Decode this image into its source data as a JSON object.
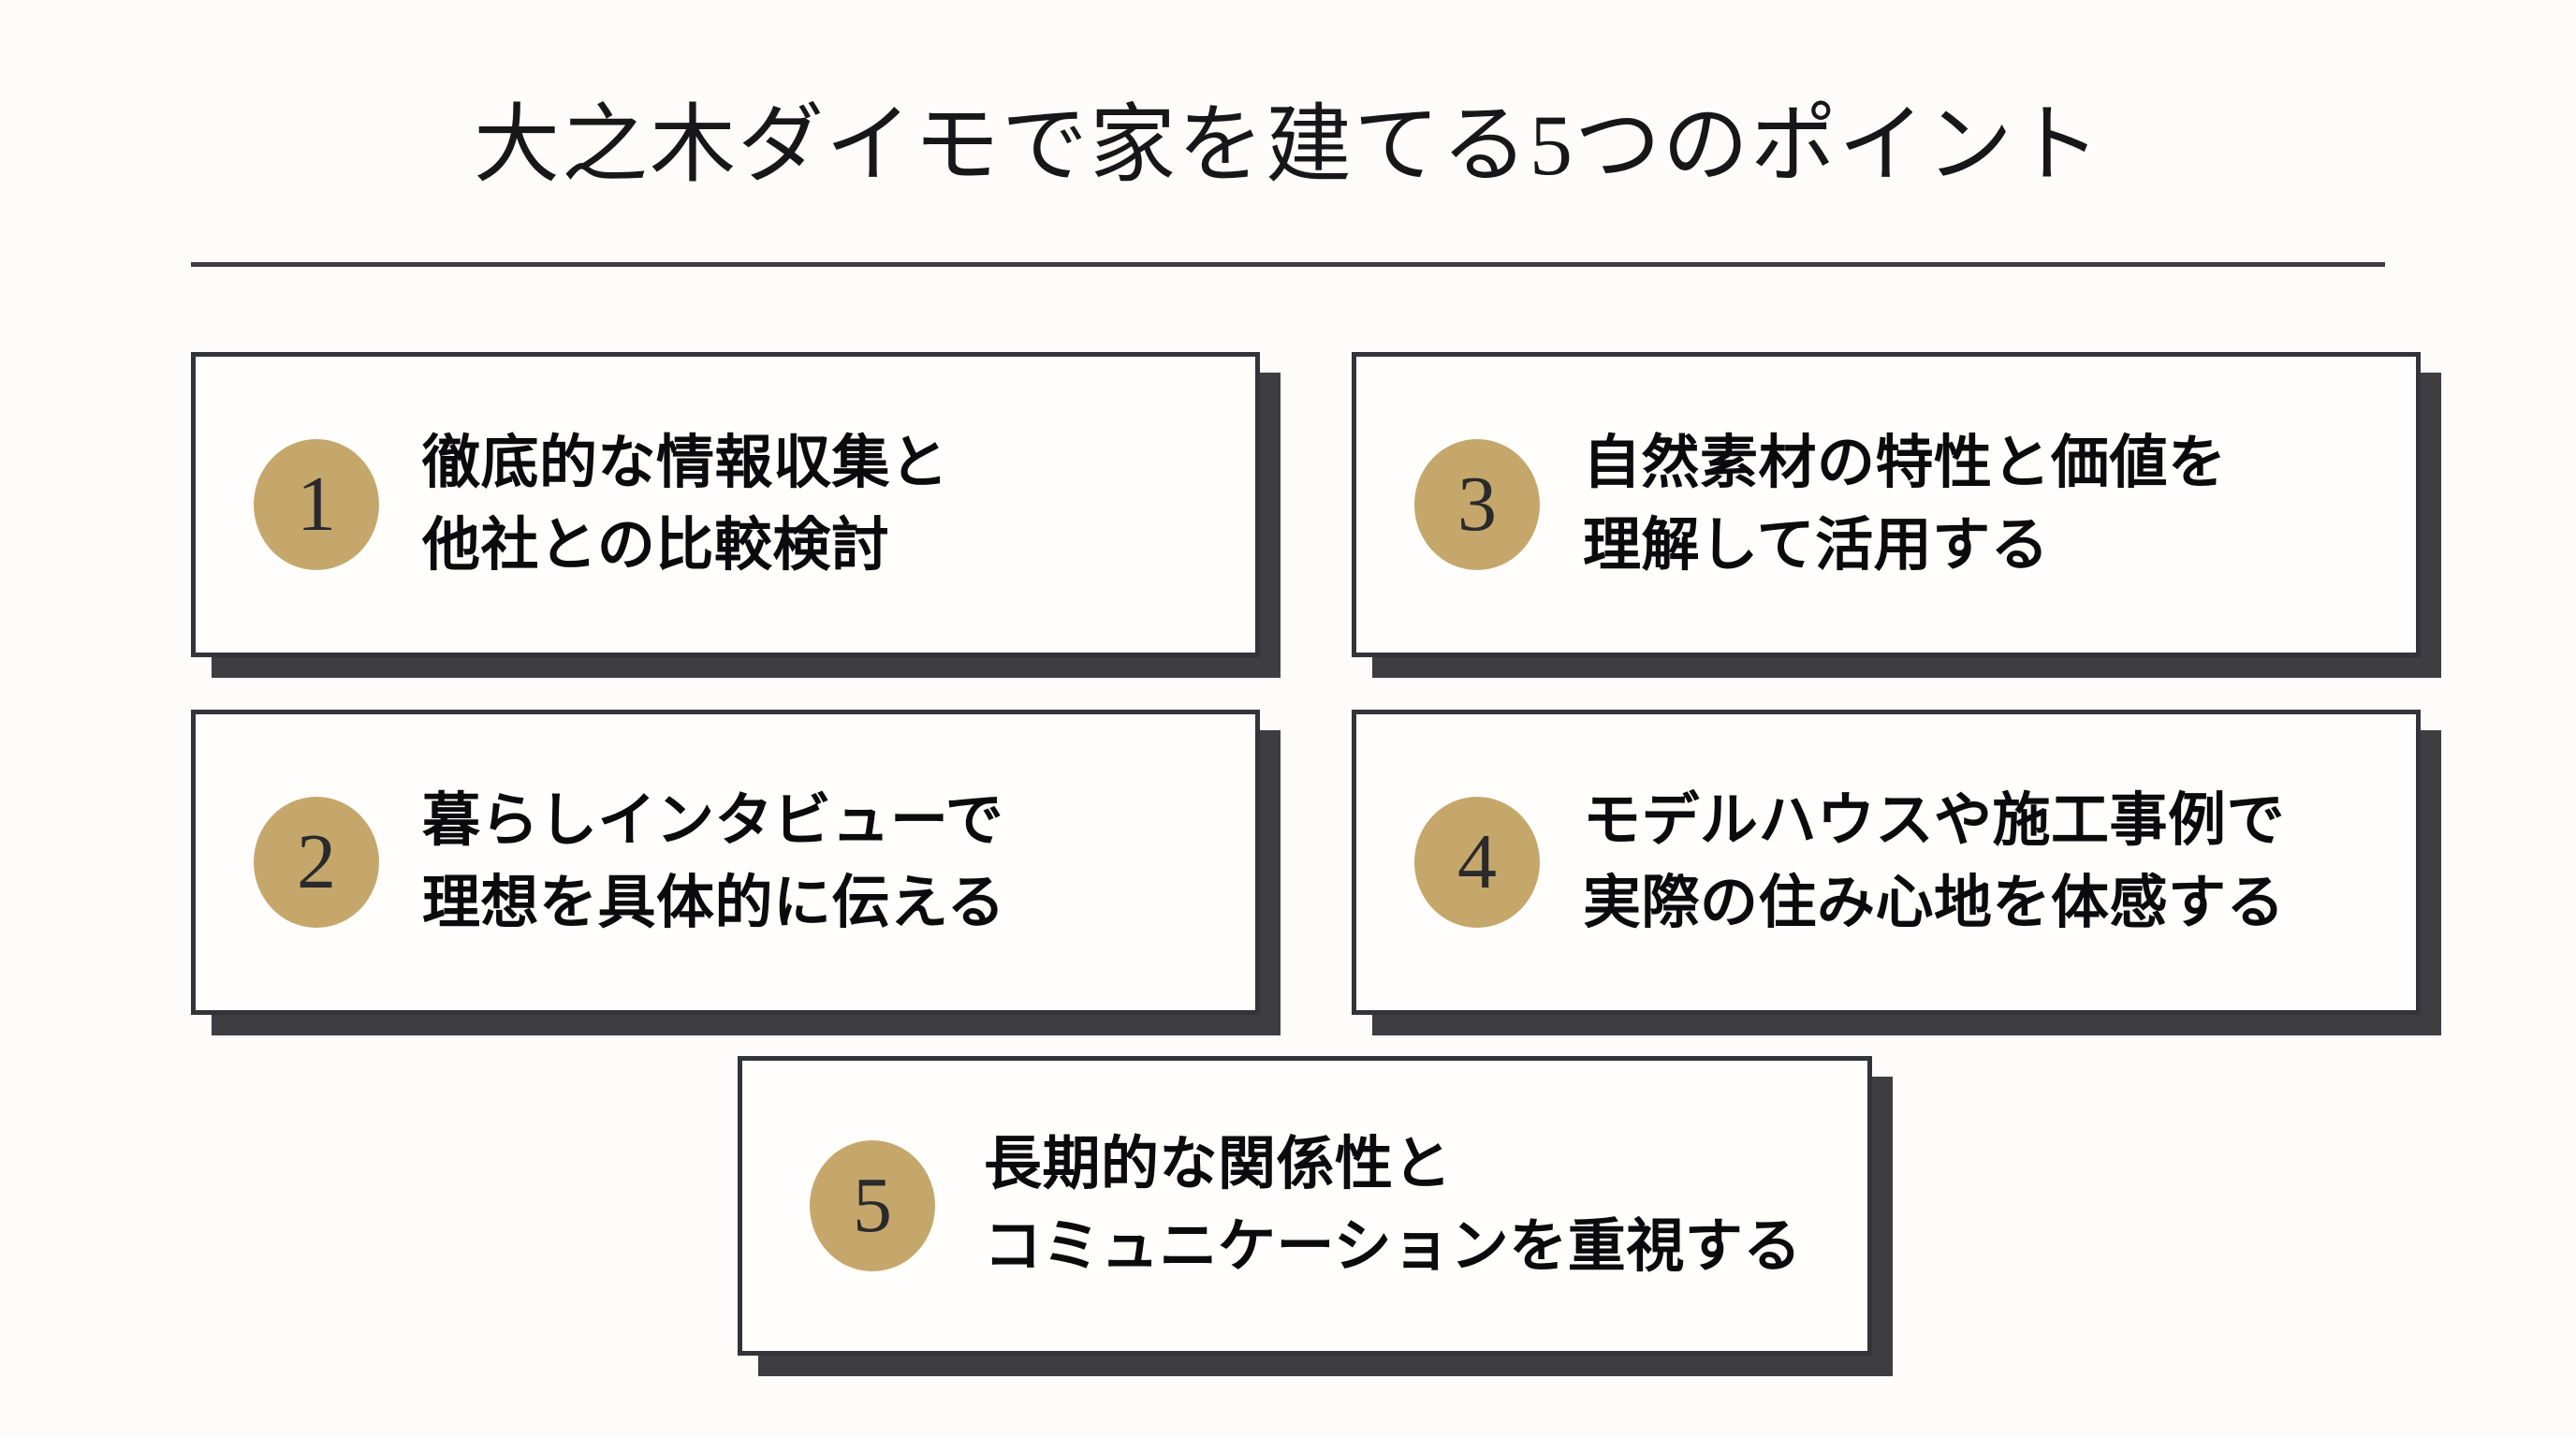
{
  "slide": {
    "title": "大之木ダイモで家を建てる5つのポイント",
    "accent_color": "#c5a76b",
    "shadow_color": "#3d3d42",
    "border_color": "#33333a",
    "text_color": "#0b0b0d",
    "background_color": "#fdfcfa"
  },
  "points": [
    {
      "number": "1",
      "line1": "徹底的な情報収集と",
      "line2": "他社との比較検討"
    },
    {
      "number": "2",
      "line1": "暮らしインタビューで",
      "line2": "理想を具体的に伝える"
    },
    {
      "number": "3",
      "line1": "自然素材の特性と価値を",
      "line2": "理解して活用する"
    },
    {
      "number": "4",
      "line1": "モデルハウスや施工事例で",
      "line2": "実際の住み心地を体感する"
    },
    {
      "number": "5",
      "line1": "長期的な関係性と",
      "line2": "コミュニケーションを重視する"
    }
  ]
}
